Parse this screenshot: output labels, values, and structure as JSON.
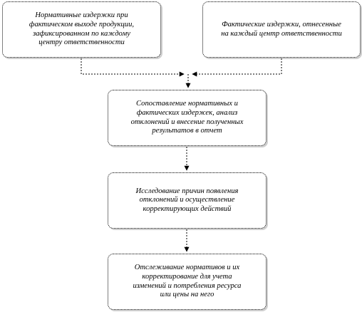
{
  "diagram": {
    "nodes": [
      {
        "id": "normative",
        "lines": [
          "Нормативные издержки при",
          "фактическом выходе продукции,",
          "зафиксированном по каждому",
          "центру ответственности"
        ]
      },
      {
        "id": "actual",
        "lines": [
          "Фактические издержки, отнесенные",
          "на каждый центр ответственности"
        ]
      },
      {
        "id": "comparison",
        "lines": [
          "Сопоставление нормативных и",
          "фактических издержек, анализ",
          "отклонений и внесение полученных",
          "результатов в отчет"
        ]
      },
      {
        "id": "investigation",
        "lines": [
          "Исследование причин появления",
          "отклонений и осуществление",
          "корректирующих действий"
        ]
      },
      {
        "id": "monitoring",
        "lines": [
          "Отслеживание нормативов и их",
          "корректирование для учета",
          "изменений и потребления ресурса",
          "или цены на него"
        ]
      }
    ],
    "edges": [
      {
        "from": "normative",
        "to": "comparison"
      },
      {
        "from": "actual",
        "to": "comparison"
      },
      {
        "from": "comparison",
        "to": "investigation"
      },
      {
        "from": "investigation",
        "to": "monitoring"
      }
    ]
  }
}
